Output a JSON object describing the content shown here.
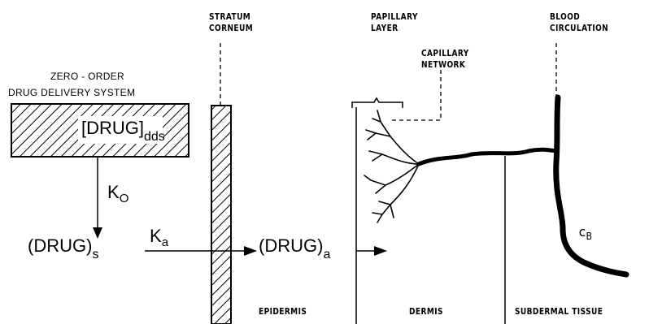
{
  "labels": {
    "stratum_corneum": [
      "STRATUM",
      "CORNEUM"
    ],
    "papillary_layer": [
      "PAPILLARY",
      "LAYER"
    ],
    "capillary_network": [
      "CAPILLARY",
      "NETWORK"
    ],
    "blood_circulation": [
      "BLOOD",
      "CIRCULATION"
    ],
    "zero_order": "ZERO - ORDER",
    "delivery_system": "DRUG DELIVERY SYSTEM",
    "epidermis": "EPIDERMIS",
    "dermis": "DERMIS",
    "subdermal": "SUBDERMAL TISSUE"
  },
  "formulas": {
    "drug_dds": {
      "main": "[DRUG]",
      "sub": "dds"
    },
    "drug_s": {
      "main": "(DRUG)",
      "sub": "s"
    },
    "drug_a": {
      "main": "(DRUG)",
      "sub": "a"
    },
    "k0": {
      "main": "K",
      "sub": "O"
    },
    "ka": {
      "main": "K",
      "sub": "a"
    },
    "cb": {
      "main": "c",
      "sub": "B"
    }
  }
}
